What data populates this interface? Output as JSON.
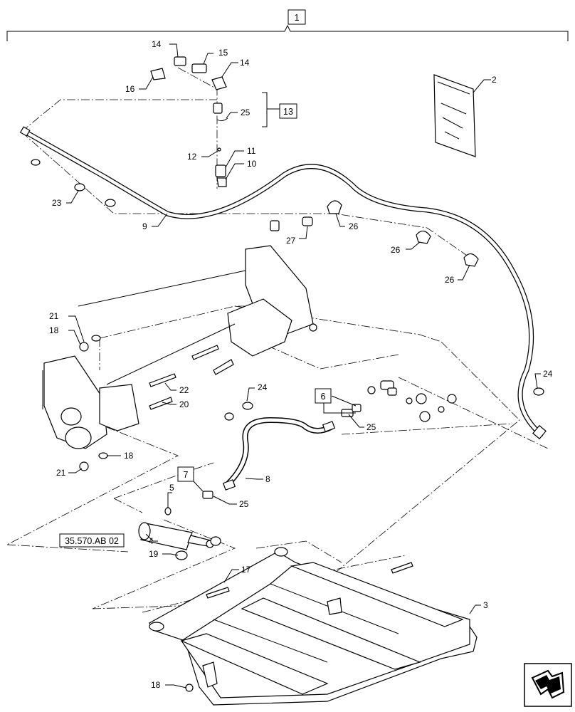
{
  "assembly_ref": "1",
  "kit_refs": {
    "k13": "13",
    "k6": "6",
    "k7": "7"
  },
  "cross_reference": "35.570.AB 02",
  "callouts": {
    "c2": "2",
    "c3": "3",
    "c4": "4",
    "c5": "5",
    "c8": "8",
    "c9": "9",
    "c10": "10",
    "c11": "11",
    "c12": "12",
    "c14a": "14",
    "c14b": "14",
    "c15": "15",
    "c16": "16",
    "c17": "17",
    "c18a": "18",
    "c18b": "18",
    "c18c": "18",
    "c19": "19",
    "c20": "20",
    "c21a": "21",
    "c21b": "21",
    "c22": "22",
    "c23": "23",
    "c24a": "24",
    "c24b": "24",
    "c25a": "25",
    "c25b": "25",
    "c25c": "25",
    "c26a": "26",
    "c26b": "26",
    "c26c": "26",
    "c27": "27"
  },
  "nav_icon": "next-page-arrow-icon"
}
